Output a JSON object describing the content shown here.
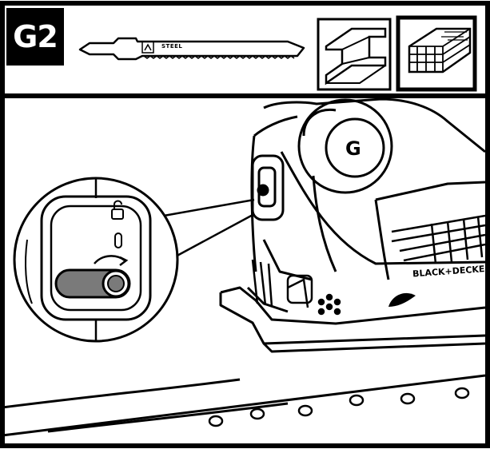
{
  "header": {
    "step_label": "G2",
    "blade_material": "STEEL"
  },
  "materials": {
    "metal_icon": "metal-profile-icon",
    "wood_icon": "wood-planks-icon",
    "selected": "wood"
  },
  "tool": {
    "brand_text": "BLACK+DECKER",
    "knob_letter": "G"
  },
  "colors": {
    "ink": "#000000",
    "paper": "#ffffff",
    "switch_fill": "#7a7a7a"
  }
}
